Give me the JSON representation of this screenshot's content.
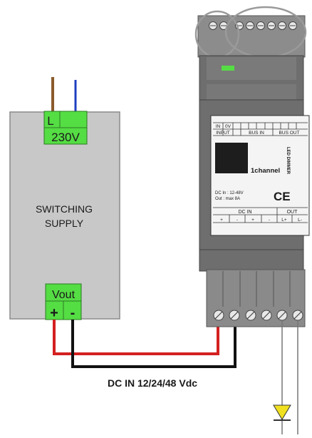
{
  "supply": {
    "label_line1": "SWITCHING",
    "label_line2": "SUPPLY",
    "input_terminal": "L",
    "input_voltage": "230V",
    "output_label": "Vout",
    "output_plus": "+",
    "output_minus": "-"
  },
  "dimmer": {
    "header_in": "IN",
    "header_0v": "0V",
    "input_label": "INPUT",
    "bus_in_label": "BUS IN",
    "bus_out_label": "BUS OUT",
    "channel_label": "1channel",
    "product_label": "LED DIMMER",
    "spec_line1": "DC In : 12-48V",
    "spec_line2": "Out : max 8A",
    "ce_mark": "CE",
    "dc_in_label": "DC IN",
    "out_label": "OUT",
    "term_labels": [
      "+",
      "-",
      "+",
      "-",
      "L+",
      "L-"
    ]
  },
  "wiring": {
    "dc_in_caption": "DC IN 12/24/48 Vdc",
    "colors": {
      "live": "#8b5a2b",
      "neutral": "#1f3fbf",
      "positive": "#d42020",
      "negative": "#111111",
      "terminal_green": "#55dd44"
    }
  }
}
